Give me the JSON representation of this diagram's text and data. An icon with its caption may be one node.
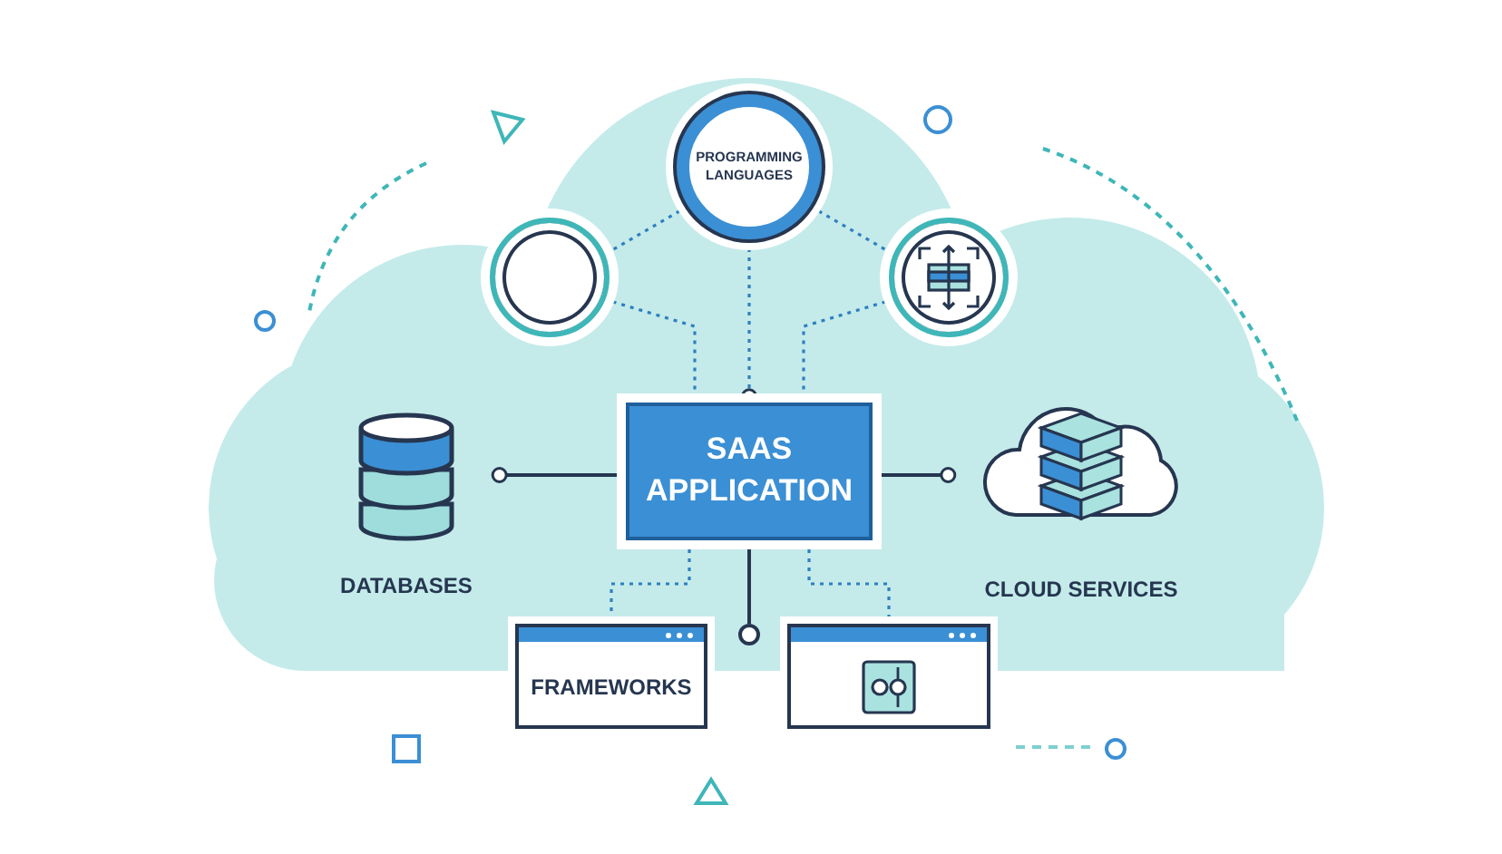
{
  "diagram": {
    "nodes": [
      {
        "text": [
          "SAAS APPLICATION"
        ]
      },
      {
        "text": [
          "PROGRAMMING LANGUAGES"
        ]
      },
      {
        "text": [],
        "shape": "circle"
      },
      {
        "text": [],
        "shape": "circle"
      },
      {
        "text": [
          "DATABASES"
        ]
      },
      {
        "text": [
          "CLOUD SERVICES"
        ]
      },
      {
        "text": [
          "FRAMEWORKS"
        ]
      },
      {
        "text": [],
        "shape": "box"
      },
      {
        "text": [],
        "shape": "circle"
      }
    ],
    "edges": [
      {
        "from": 1,
        "to": 0,
        "arrow": "other",
        "style": "dashed"
      },
      {
        "from": 2,
        "to": 1,
        "arrow": "none",
        "style": "dashed"
      },
      {
        "from": 2,
        "to": 0,
        "arrow": "none",
        "style": "dashed"
      },
      {
        "from": 3,
        "to": 1,
        "arrow": "none",
        "style": "dashed"
      },
      {
        "from": 3,
        "to": 0,
        "arrow": "none",
        "style": "dashed"
      },
      {
        "from": 0,
        "to": 4,
        "arrow": "other",
        "color": "#263650"
      },
      {
        "from": 0,
        "to": 5,
        "arrow": "other",
        "color": "#263650"
      },
      {
        "from": 0,
        "to": 6,
        "arrow": "none",
        "style": "dashed"
      },
      {
        "from": 0,
        "to": 7,
        "arrow": "none",
        "style": "dashed"
      },
      {
        "from": 0,
        "to": 8,
        "arrow": "none",
        "color": "#263650"
      }
    ]
  }
}
